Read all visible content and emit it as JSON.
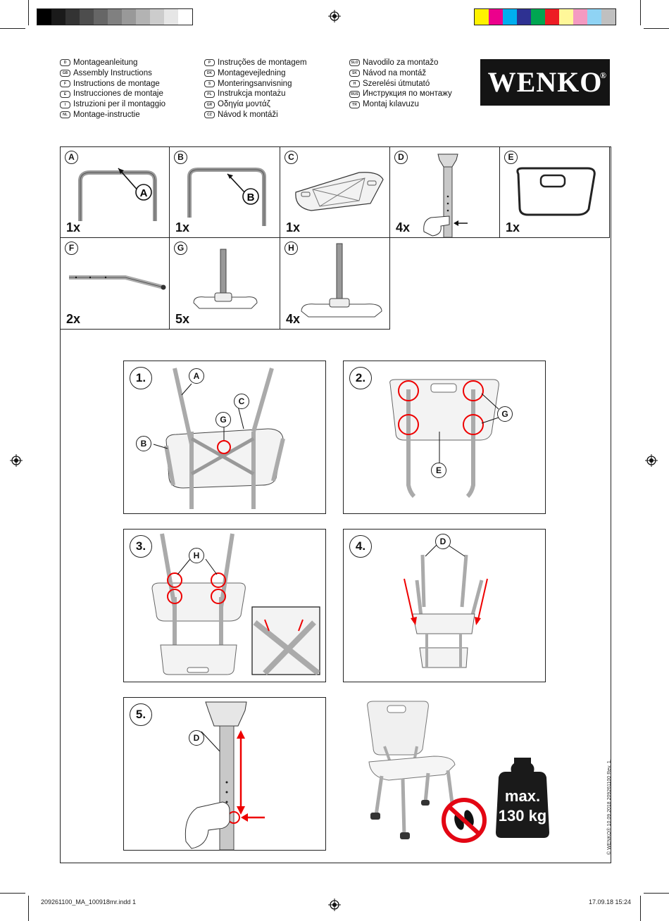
{
  "color_bars": {
    "grayscale": [
      "#000000",
      "#1a1a1a",
      "#333333",
      "#4d4d4d",
      "#666666",
      "#808080",
      "#999999",
      "#b3b3b3",
      "#cccccc",
      "#e6e6e6",
      "#ffffff"
    ],
    "process": [
      "#fff200",
      "#ec008c",
      "#00aeef",
      "#2e3192",
      "#00a651",
      "#ed1c24",
      "#fff799",
      "#f49ac1",
      "#8fd3f4",
      "#c0c0c0"
    ]
  },
  "languages": {
    "col1": [
      {
        "code": "D",
        "text": "Montageanleitung"
      },
      {
        "code": "GB",
        "text": "Assembly Instructions"
      },
      {
        "code": "F",
        "text": "Instructions de montage"
      },
      {
        "code": "E",
        "text": "Instrucciones de montaje"
      },
      {
        "code": "I",
        "text": "Istruzioni per il montaggio"
      },
      {
        "code": "NL",
        "text": "Montage-instructie"
      }
    ],
    "col2": [
      {
        "code": "P",
        "text": "Instruções de montagem"
      },
      {
        "code": "DK",
        "text": "Montagevejledning"
      },
      {
        "code": "S",
        "text": "Monteringsanvisning"
      },
      {
        "code": "PL",
        "text": "Instrukcja montażu"
      },
      {
        "code": "GR",
        "text": "Οδηγία μοντάζ"
      },
      {
        "code": "CZ",
        "text": "Návod k montáži"
      }
    ],
    "col3": [
      {
        "code": "SLO",
        "text": "Navodilo za montažo"
      },
      {
        "code": "SK",
        "text": "Návod na montáž"
      },
      {
        "code": "H",
        "text": "Szerelési útmutató"
      },
      {
        "code": "RUS",
        "text": "Инструкция по монтажу"
      },
      {
        "code": "TR",
        "text": "Montaj kılavuzu"
      }
    ]
  },
  "logo": {
    "text": "WENKO",
    "mark": "®"
  },
  "parts": [
    {
      "letter": "A",
      "qty": "1x",
      "icon": "u-frame-a"
    },
    {
      "letter": "B",
      "qty": "1x",
      "icon": "u-frame-b"
    },
    {
      "letter": "C",
      "qty": "1x",
      "icon": "seat-panel"
    },
    {
      "letter": "D",
      "qty": "4x",
      "icon": "leg-extension"
    },
    {
      "letter": "E",
      "qty": "1x",
      "icon": "backrest"
    },
    {
      "letter": "F",
      "qty": "2x",
      "icon": "cross-bar"
    },
    {
      "letter": "G",
      "qty": "5x",
      "icon": "screw-knob-short"
    },
    {
      "letter": "H",
      "qty": "4x",
      "icon": "screw-knob-long"
    }
  ],
  "steps": [
    {
      "num": "1.",
      "tags": [
        "A",
        "B",
        "C",
        "G"
      ]
    },
    {
      "num": "2.",
      "tags": [
        "G",
        "E"
      ]
    },
    {
      "num": "3.",
      "tags": [
        "H"
      ]
    },
    {
      "num": "4.",
      "tags": [
        "D"
      ]
    },
    {
      "num": "5.",
      "tags": [
        "D"
      ]
    }
  ],
  "weight": {
    "line1": "max.",
    "line2": "130 kg"
  },
  "side_text": "© WENKO® 10.09.2018 209261100 Rev. 1.",
  "footer": {
    "left": "209261100_MA_100918mr.indd   1",
    "right": "17.09.18   15:24"
  }
}
